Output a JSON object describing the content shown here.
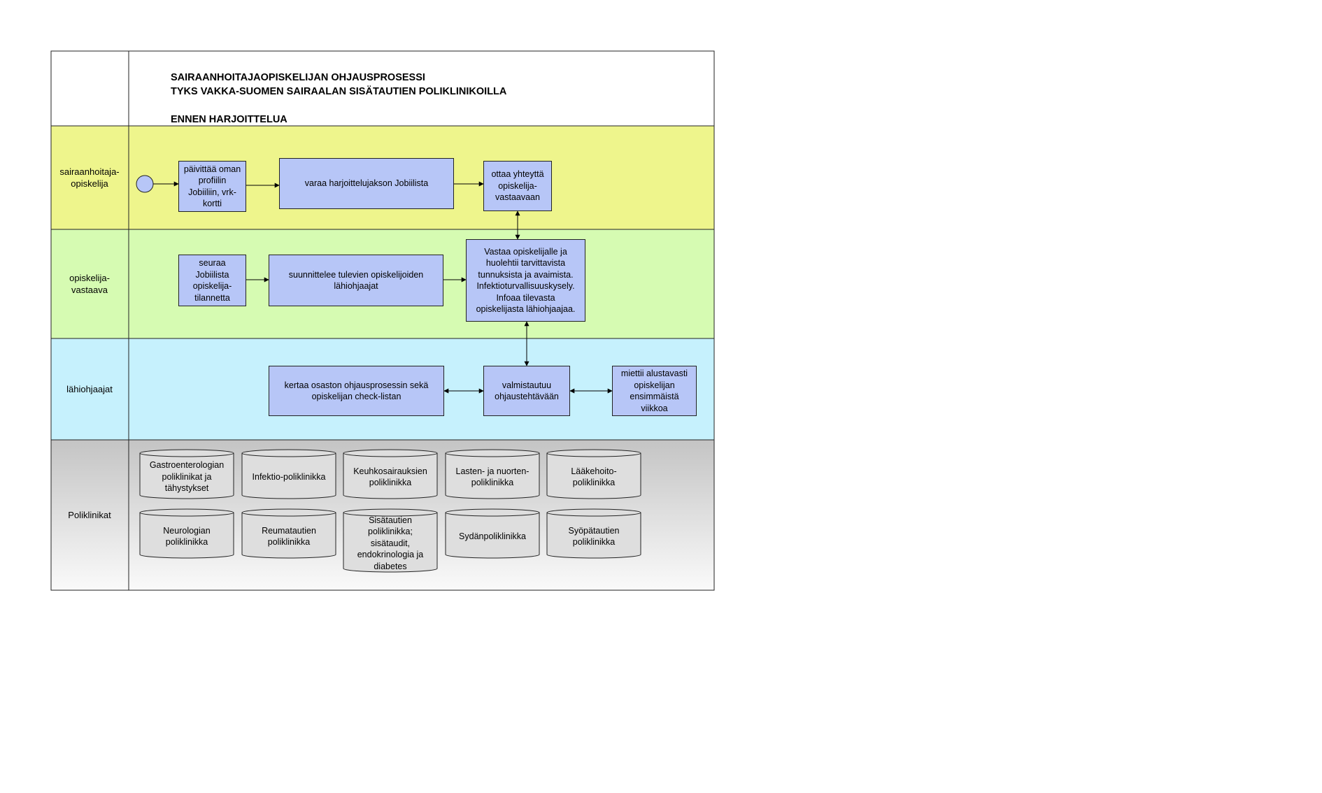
{
  "header": {
    "title_line1": "SAIRAANHOITAJAOPISKELIJAN OHJAUSPROSESSI",
    "title_line2": "TYKS VAKKA-SUOMEN SAIRAALAN SISÄTAUTIEN POLIKLINIKOILLA",
    "phase": "ENNEN HARJOITTELUA"
  },
  "lanes": [
    {
      "label": "sairaanhoitaja-\nopiskelija",
      "color": "#eef58c"
    },
    {
      "label": "opiskelija-\nvastaava",
      "color": "#d6fbb2"
    },
    {
      "label": "lähiohjaajat",
      "color": "#c6f1fd"
    },
    {
      "label": "Poliklinikat",
      "color": "#d0d0d0"
    }
  ],
  "steps": {
    "s1": "päivittää oman\nprofiilin\nJobiiliin, vrk-\nkortti",
    "s2": "varaa harjoittelujakson Jobiilista",
    "s3": "ottaa yhteyttä\nopiskelija-\nvastaavaan",
    "v1": "seuraa\nJobiilista\nopiskelija-\ntilannetta",
    "v2": "suunnittelee tulevien opiskelijoiden\nlähiohjaajat",
    "v3": "Vastaa opiskelijalle ja\nhuolehtii tarvittavista\ntunnuksista ja avaimista.\nInfektioturvallisuuskysely.\nInfoaa tilevasta\nopiskelijasta lähiohjaajaa.",
    "l1": "kertaa osaston ohjausprosessin sekä\nopiskelijan check-listan",
    "l2": "valmistautuu\nohjaustehtävään",
    "l3": "miettii alustavasti\nopiskelijan\nensimmäistä\nviikkoa"
  },
  "clinics": [
    "Gastroenterologian\npoliklinikat ja\ntähystykset",
    "Infektio-poliklinikka",
    "Keuhkosairauksien\npoliklinikka",
    "Lasten- ja nuorten-\npoliklinikka",
    "Lääkehoito-\npoliklinikka",
    "Neurologian\npoliklinikka",
    "Reumatautien\npoliklinikka",
    "Sisätautien\npoliklinikka;\nsisätaudit,\nendokrinologia ja\ndiabetes",
    "Sydänpoliklinikka",
    "Syöpätautien\npoliklinikka"
  ],
  "colors": {
    "step_fill": "#b7c6f7",
    "start_fill": "#b7c6f7",
    "clinic_fill": "#dedede",
    "border": "#222222"
  }
}
